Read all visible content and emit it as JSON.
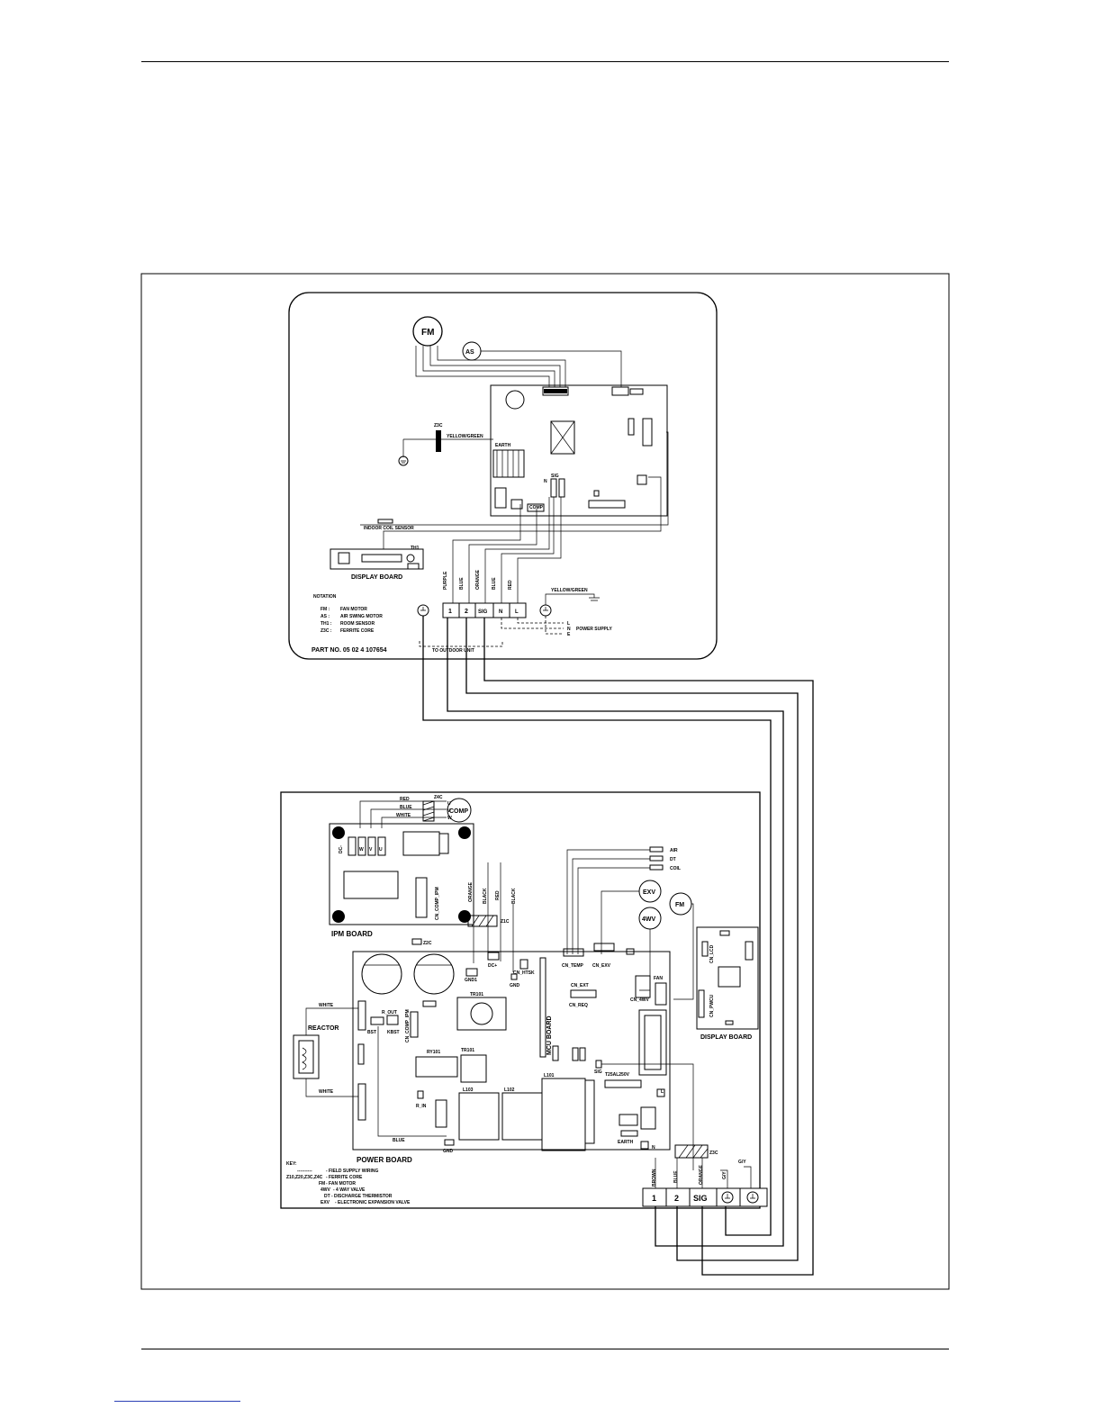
{
  "indoor": {
    "fan_motor": "FM",
    "air_swing": "AS",
    "ferrite_z3c": "Z3C",
    "yellow_green": "YELLOW/GREEN",
    "earth": "EARTH",
    "comp": "COMP",
    "sig_pin": "SIG",
    "n_pin": "N",
    "coil_sensor": "INDOOR COIL SENSOR",
    "th1": "TH1",
    "display_board": "DISPLAY BOARD",
    "wire_purple": "PURPLE",
    "wire_blue": "BLUE",
    "wire_orange": "ORANGE",
    "wire_blue2": "BLUE",
    "wire_red": "RED",
    "yellow_green2": "YELLOW/GREEN",
    "term_1": "1",
    "term_2": "2",
    "term_sig": "SIG",
    "term_n": "N",
    "term_l": "L",
    "ps_l": "L",
    "ps_n": "N",
    "ps_e": "E",
    "power_supply": "POWER SUPPLY",
    "to_outdoor": "TO OUTDOOR UNIT",
    "part_no": "PART NO. 05 02 4 107654",
    "notation_title": "NOTATION",
    "notation": [
      {
        "code": "FM :",
        "desc": "FAN MOTOR"
      },
      {
        "code": "AS :",
        "desc": "AIR SWING MOTOR"
      },
      {
        "code": "TH1 :",
        "desc": "ROOM SENSOR"
      },
      {
        "code": "Z3C :",
        "desc": "FERRITE CORE"
      }
    ]
  },
  "outdoor": {
    "red": "RED",
    "blue": "BLUE",
    "white": "WHITE",
    "z4c": "Z4C",
    "comp": "COMP",
    "u": "U",
    "v": "V",
    "w": "W",
    "dc_minus": "DC-",
    "w_pin": "W",
    "v_pin": "V",
    "u_pin": "U",
    "cn_ipm": "CN_COMP_IPM",
    "ipm_board": "IPM BOARD",
    "orange": "ORANGE",
    "black": "BLACK",
    "red2": "RED",
    "black2": "BLACK",
    "z1c": "Z1C",
    "z2c": "Z2C",
    "air": "AIR",
    "dt": "DT",
    "coil": "COIL",
    "exv": "EXV",
    "fm": "FM",
    "fourwv": "4WV",
    "cn_temp": "CN_TEMP",
    "cn_exv": "CN_EXV",
    "dc_plus": "DC+",
    "gnd1": "GND1",
    "gnd": "GND",
    "cn_htsk": "CN_HTSK",
    "tr101": "TR101",
    "cn_ext": "CN_EXT",
    "cn_4wv": "CN_4WV",
    "cn_reg": "CN_REQ",
    "fan": "FAN",
    "cn_lcd": "CN_LCD",
    "cn_pwcu": "CN_PWCU",
    "display_board": "DISPLAY BOARD",
    "white2": "WHITE",
    "reactor": "REACTOR",
    "r_out": "R_OUT",
    "bst": "BST",
    "kbst": "KBST",
    "cn_comp_ipm2": "CN_COMP_IPM",
    "ry101": "RY101",
    "tr_101b": "TR101",
    "mcu_board": "MCU BOARD",
    "l101": "L101",
    "sig": "SIG",
    "fuse": "T25AL250V",
    "l_pin": "L",
    "white3": "WHITE",
    "r_in": "R_IN",
    "l103": "L103",
    "l102": "L102",
    "blue2": "BLUE",
    "gnd2": "GND",
    "earth": "EARTH",
    "n_pin": "N",
    "power_board": "POWER BOARD",
    "z3c": "Z3C",
    "w_brown": "BROWN",
    "w_blue": "BLUE",
    "w_orange": "ORANGE",
    "w_gy": "G/Y",
    "w_gy2": "G/Y",
    "term_1": "1",
    "term_2": "2",
    "term_sig": "SIG",
    "key_title": "KEY:",
    "key": [
      {
        "code": "----------",
        "desc": "- FIELD SUPPLY WIRING"
      },
      {
        "code": "Z10,Z20,Z3C,Z4C",
        "desc": "- FERRITE CORE"
      },
      {
        "code": "FM",
        "desc": "- FAN MOTOR"
      },
      {
        "code": "4WV",
        "desc": "- 4 WAY VALVE"
      },
      {
        "code": "DT",
        "desc": "- DISCHARGE THERMISTOR"
      },
      {
        "code": "EXV",
        "desc": "- ELECTRONIC EXPANSION VALVE"
      }
    ]
  }
}
